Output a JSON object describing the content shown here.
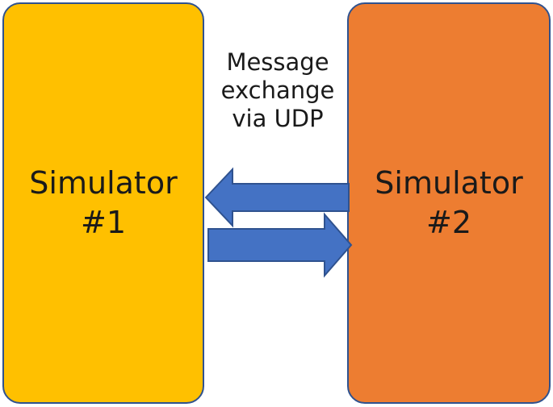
{
  "colors": {
    "simulator_1_fill": "#ffc000",
    "simulator_2_fill": "#ed7d31",
    "box_border": "#2f528f",
    "arrow_fill": "#4472c4",
    "arrow_border": "#2f528f"
  },
  "simulator_1": {
    "line1": "Simulator",
    "line2": "#1"
  },
  "simulator_2": {
    "line1": "Simulator",
    "line2": "#2"
  },
  "caption": {
    "line1": "Message",
    "line2": "exchange",
    "line3": "via UDP"
  },
  "arrows": [
    {
      "from": "simulator_2",
      "to": "simulator_1",
      "icon": "arrow-left-icon"
    },
    {
      "from": "simulator_1",
      "to": "simulator_2",
      "icon": "arrow-right-icon"
    }
  ]
}
